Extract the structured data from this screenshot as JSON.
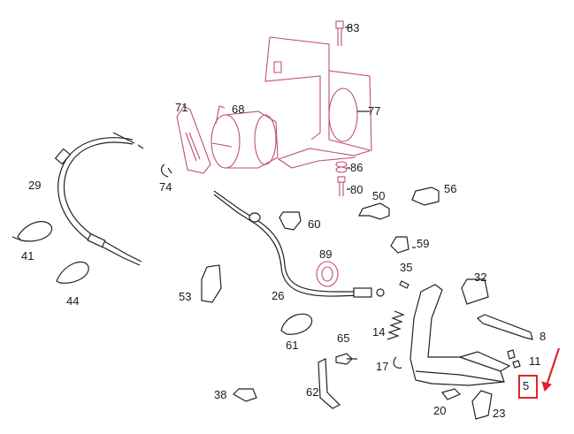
{
  "labels": {
    "p83": "83",
    "p77": "77",
    "p71": "71",
    "p68": "68",
    "p29": "29",
    "p74": "74",
    "p86": "86",
    "p80": "80",
    "p50": "50",
    "p56": "56",
    "p60": "60",
    "p41": "41",
    "p44": "44",
    "p59": "59",
    "p89": "89",
    "p53": "53",
    "p26": "26",
    "p32": "32",
    "p35": "35",
    "p14": "14",
    "p8": "8",
    "p61": "61",
    "p65": "65",
    "p11": "11",
    "p17": "17",
    "p5": "5",
    "p38": "38",
    "p62": "62",
    "p20": "20",
    "p23": "23"
  },
  "highlight": {
    "part": "5",
    "color": "#e2232a"
  }
}
